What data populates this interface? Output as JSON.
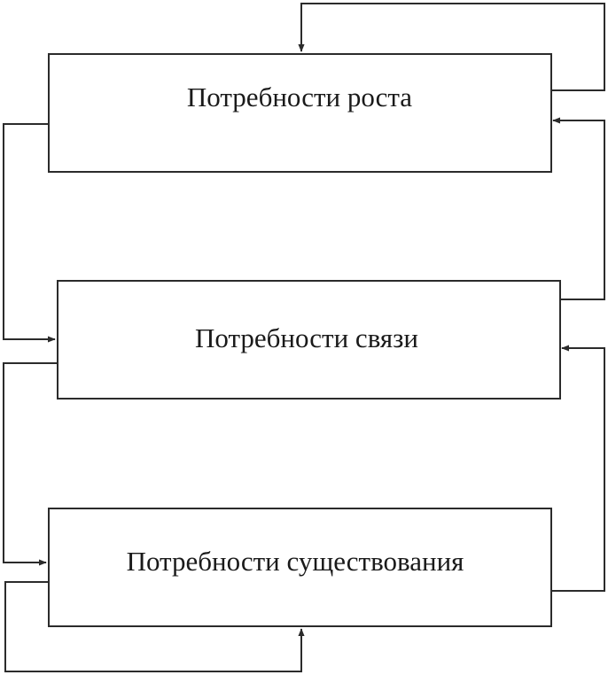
{
  "diagram": {
    "boxes": {
      "growth": {
        "label": "Потребности роста"
      },
      "relatedness": {
        "label": "Потребности связи"
      },
      "existence": {
        "label": "Потребности существования"
      }
    },
    "colors": {
      "line": "#2b2b2b",
      "text": "#1a1a1a",
      "background": "#ffffff"
    }
  }
}
